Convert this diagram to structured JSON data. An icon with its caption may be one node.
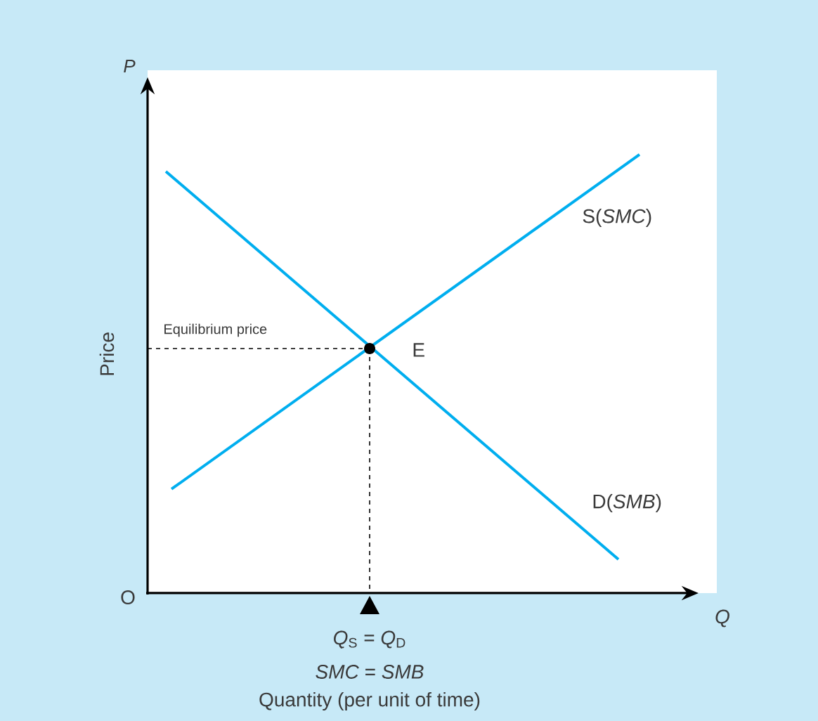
{
  "diagram": {
    "labels": [
      "P",
      "Price",
      "Equilibrium price",
      "E",
      "S(*SMC*)",
      "D(*SMB*)",
      "O",
      "Q",
      "*Q*$_{S}$ = *Q*$_{D}$",
      "*SMC* = *SMB*",
      "Quantity (per unit of time)"
    ]
  }
}
